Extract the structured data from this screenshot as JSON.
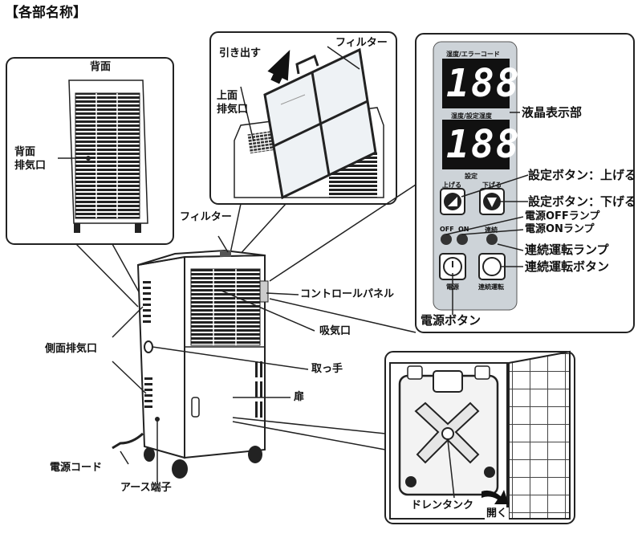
{
  "title": "【各部名称】",
  "back_view": {
    "title": "背面",
    "exhaust_label": "背面\n排気口"
  },
  "filter_view": {
    "pull_out": "引き出す",
    "filter": "フィルター",
    "top_exhaust": "上面\n排気口"
  },
  "control_panel": {
    "display_top_label": "湿度/エラーコード",
    "display_top_value": "188",
    "display_bottom_label": "湿度/設定湿度",
    "display_bottom_value": "188",
    "setting_label": "設定",
    "up_label": "上げる",
    "down_label": "下げる",
    "off_label": "OFF",
    "on_label": "ON",
    "continuous_small": "連続",
    "power_small": "電源",
    "continuous_run_small": "連続運転"
  },
  "callouts": {
    "lcd": "液晶表示部",
    "set_up": "設定ボタン：上げる",
    "set_down": "設定ボタン：下げる",
    "power_off_lamp": "電源OFFランプ",
    "power_on_lamp": "電源ONランプ",
    "continuous_lamp": "連続運転ランプ",
    "continuous_button": "連続運転ボタン",
    "control_panel": "コントロールパネル",
    "filter": "フィルター",
    "intake": "吸気口",
    "power_button": "電源ボタン",
    "side_exhaust": "側面排気口",
    "handle": "取っ手",
    "door": "扉",
    "power_cord": "電源コード",
    "ground_terminal": "アース端子"
  },
  "tank_view": {
    "drain_tank": "ドレンタンク",
    "open": "開く"
  }
}
